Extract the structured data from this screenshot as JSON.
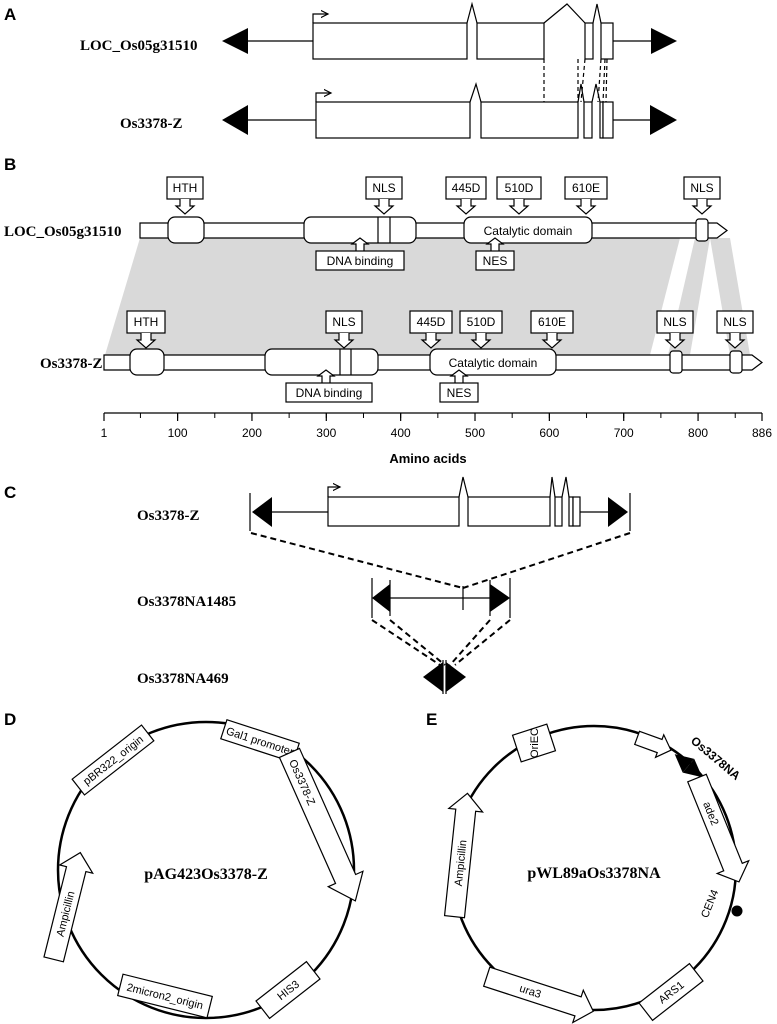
{
  "panels": {
    "a": {
      "letter": "A",
      "gene1": "LOC_Os05g31510",
      "gene2": "Os3378-Z"
    },
    "b": {
      "letter": "B",
      "protein1": "LOC_Os05g31510",
      "protein2": "Os3378-Z",
      "hth": "HTH",
      "nls": "NLS",
      "site445": "445D",
      "site510": "510D",
      "site610": "610E",
      "catalytic": "Catalytic domain",
      "dna_binding": "DNA binding",
      "nes": "NES",
      "axis_label": "Amino acids",
      "ticks": [
        "1",
        "100",
        "200",
        "300",
        "400",
        "500",
        "600",
        "700",
        "800",
        "886"
      ]
    },
    "c": {
      "letter": "C",
      "row1": "Os3378-Z",
      "row2": "Os3378NA1485",
      "row3": "Os3378NA469"
    },
    "d": {
      "letter": "D",
      "plasmid": "pAG423Os3378-Z",
      "features": [
        "pBR322_origin",
        "Gal1 promoter",
        "Os3378-Z",
        "Ampicillin",
        "2micron2_origin",
        "HIS3"
      ]
    },
    "e": {
      "letter": "E",
      "plasmid": "pWL89aOs3378NA",
      "features": [
        "OriEC",
        "Os3378NA",
        "ade2",
        "Ampicillin",
        "CEN4",
        "ura3",
        "ARS1"
      ]
    }
  }
}
